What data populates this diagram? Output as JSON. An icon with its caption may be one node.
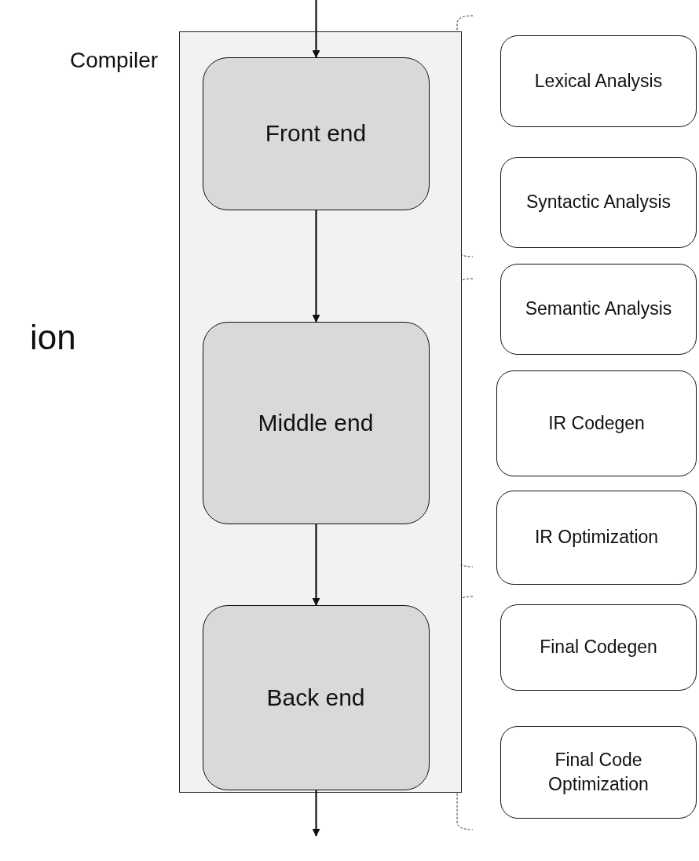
{
  "diagram": {
    "nodes": [
      {
        "text": [
          "Compiler"
        ]
      },
      {
        "text": [
          "Front end"
        ],
        "in": 0
      },
      {
        "text": [
          "Middle end"
        ],
        "in": 0
      },
      {
        "text": [
          "Back end"
        ],
        "in": 0
      },
      {
        "text": [
          "Lexical Analysis"
        ]
      },
      {
        "text": [
          "Syntactic Analysis"
        ]
      },
      {
        "text": [
          "Semantic Analysis"
        ]
      },
      {
        "text": [
          "IR Codegen"
        ]
      },
      {
        "text": [
          "IR Optimization"
        ]
      },
      {
        "text": [
          "Final Codegen"
        ]
      },
      {
        "text": [
          "Final Code Optimization"
        ]
      }
    ],
    "edges": [
      {
        "from": null,
        "to": 1,
        "arrow": "to"
      },
      {
        "from": 1,
        "to": 2,
        "arrow": "to"
      },
      {
        "from": 2,
        "to": 3,
        "arrow": "to"
      },
      {
        "from": 3,
        "to": null,
        "arrow": "to"
      }
    ],
    "labels": [
      "ion"
    ]
  }
}
